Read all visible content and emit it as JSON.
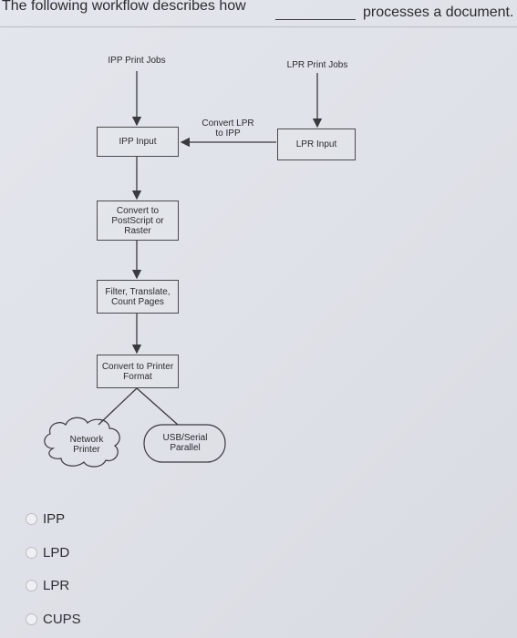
{
  "question": {
    "part1": "The following workflow describes how",
    "part2": "processes a document."
  },
  "diagram": {
    "ipp_print_jobs": "IPP Print Jobs",
    "lpr_print_jobs": "LPR Print Jobs",
    "ipp_input": "IPP Input",
    "lpr_input": "LPR Input",
    "convert_lpr_to_ipp": [
      "Convert LPR",
      "to IPP"
    ],
    "convert_postscript": [
      "Convert to",
      "PostScript or",
      "Raster"
    ],
    "filter_translate": [
      "Filter, Translate,",
      "Count Pages"
    ],
    "convert_printer_format": [
      "Convert to Printer",
      "Format"
    ],
    "network_printer": [
      "Network",
      "Printer"
    ],
    "usb_serial": [
      "USB/Serial",
      "Parallel"
    ]
  },
  "options": [
    {
      "label": "IPP"
    },
    {
      "label": "LPD"
    },
    {
      "label": "LPR"
    },
    {
      "label": "CUPS"
    }
  ]
}
